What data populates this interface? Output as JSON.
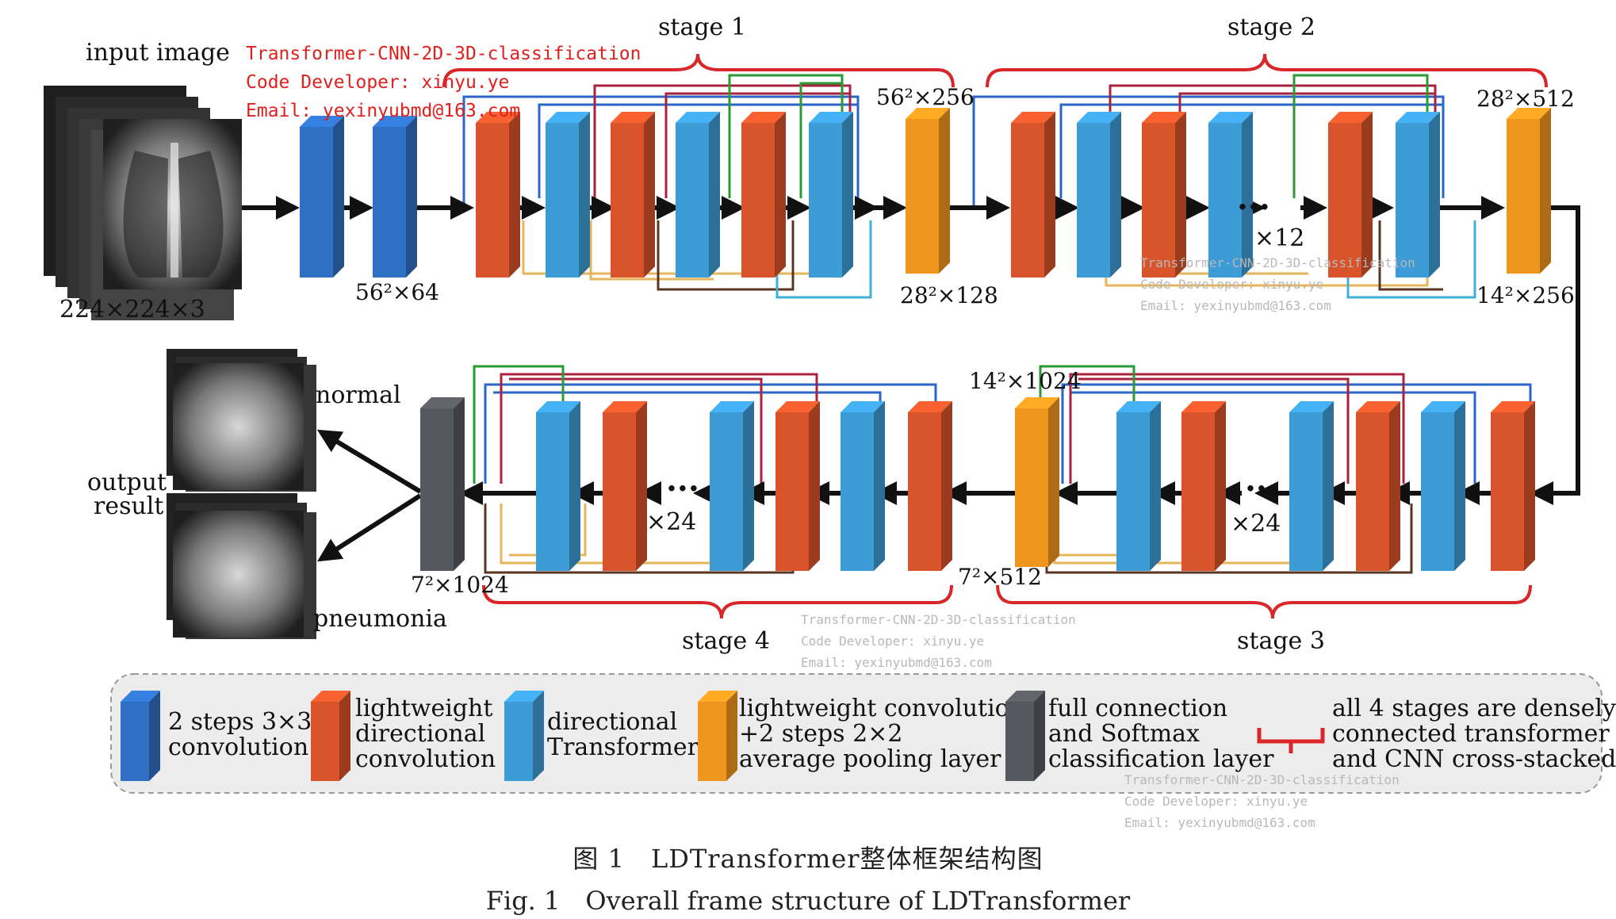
{
  "labels": {
    "input_image": "input image",
    "input_dims": "224×224×3",
    "dim_56_64": "56²×64",
    "dim_56_256": "56²×256",
    "dim_28_128": "28²×128",
    "dim_28_512": "28²×512",
    "dim_14_256": "14²×256",
    "dim_14_1024": "14²×1024",
    "dim_7_512": "7²×512",
    "dim_7_1024": "7²×1024",
    "stage1": "stage 1",
    "stage2": "stage 2",
    "stage3": "stage 3",
    "stage4": "stage 4",
    "x12": "×12",
    "x24_stage3": "×24",
    "x24_stage4": "×24",
    "normal": "normal",
    "output_line1": "output",
    "output_line2": "result",
    "pneumonia": "pneumonia"
  },
  "legend": [
    {
      "lines": [
        "2 steps 3×3",
        "convolution"
      ],
      "color": "#2f6fc4"
    },
    {
      "lines": [
        "lightweight",
        "directional",
        "convolution"
      ],
      "color": "#d9542a"
    },
    {
      "lines": [
        "directional",
        "Transformer"
      ],
      "color": "#3d9bd6"
    },
    {
      "lines": [
        "lightweight convolution",
        "+2 steps 2×2",
        "average pooling layer"
      ],
      "color": "#f0951e"
    },
    {
      "lines": [
        "full connection",
        "and Softmax",
        "classification layer"
      ],
      "color": "#55585e"
    },
    {
      "lines": [
        "all 4 stages are densely",
        "connected transformer",
        "and CNN cross-stacked"
      ],
      "color": "#d8262b"
    }
  ],
  "watermark_main": [
    "Transformer-CNN-2D-3D-classification",
    "Code Developer: xinyu.ye",
    "Email: yexinyubmd@163.com"
  ],
  "watermark_small": [
    "Transformer-CNN-2D-3D-classification",
    "Code Developer: xinyu.ye",
    "Email: yexinyubmd@163.com"
  ],
  "caption_cn": "图 1　LDTransformer整体框架结构图",
  "caption_en": "Fig. 1　Overall frame structure of LDTransformer",
  "colors": {
    "blue_conv": "#2f6fc4",
    "orange_red": "#d9542a",
    "light_blue": "#3d9bd6",
    "orange": "#f0951e",
    "gray": "#55585e",
    "bracket_red": "#d8262b",
    "line_blue": "#2b66c8",
    "line_red": "#a8213d",
    "line_green": "#2a9a35",
    "line_yellow": "#e6b45a",
    "line_brown": "#5b3522",
    "line_cyan": "#3fb0d8"
  }
}
